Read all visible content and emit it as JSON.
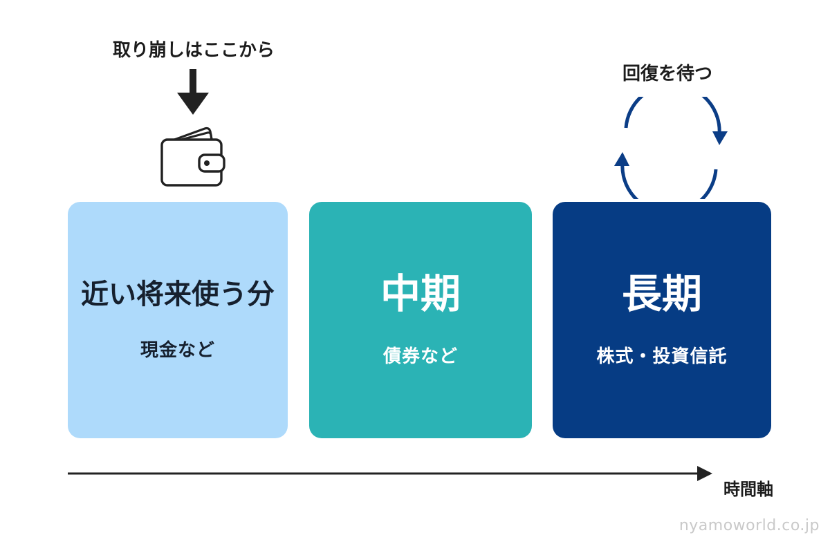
{
  "annotations": {
    "withdraw": "取り崩しはここから",
    "wait_recovery": "回復を待つ"
  },
  "cards": [
    {
      "title": "近い将来使う分",
      "subtitle": "現金など",
      "color": "#aedafb"
    },
    {
      "title": "中期",
      "subtitle": "債券など",
      "color": "#2bb3b5"
    },
    {
      "title": "長期",
      "subtitle": "株式・投資信託",
      "color": "#063c84"
    }
  ],
  "axis": {
    "label": "時間軸"
  },
  "watermark": "nyamoworld.co.jp",
  "icons": {
    "withdraw_arrow": "arrow-down-icon",
    "wallet": "wallet-icon",
    "cycle": "refresh-cycle-icon",
    "axis_arrow": "arrow-right-icon"
  },
  "colors": {
    "cycle_arrow": "#0b3d86",
    "axis_line": "#222222"
  }
}
